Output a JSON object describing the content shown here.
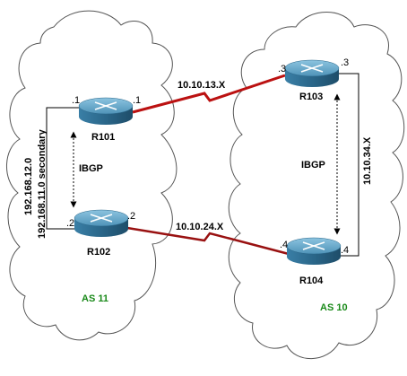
{
  "colors": {
    "cloud_stroke": "#555555",
    "serial_link": "#cc1111",
    "serial_link_dark": "#881111",
    "ethernet_link": "#000000",
    "router_top": "#5da0c4",
    "router_body": "#2e6f95",
    "router_dark": "#1c4a66",
    "as_label": "#1a8a1a"
  },
  "as_left": {
    "label": "AS 11"
  },
  "as_right": {
    "label": "AS 10"
  },
  "routers": {
    "r101": {
      "name": "R101",
      "ip_left": ".1",
      "ip_right": ".1"
    },
    "r102": {
      "name": "R102",
      "ip_left": ".2",
      "ip_right": ".2"
    },
    "r103": {
      "name": "R103",
      "ip_left": ".3",
      "ip_right": ".3"
    },
    "r104": {
      "name": "R104",
      "ip_left": ".4",
      "ip_right": ".4"
    }
  },
  "links": {
    "r101_r103": "10.10.13.X",
    "r102_r104": "10.10.24.X",
    "r103_r104": "10.10.34.X",
    "r101_r102_a": "192.168.12.0",
    "r101_r102_b": "192.168.11.0 secondary"
  },
  "sessions": {
    "left": "IBGP",
    "right": "IBGP"
  }
}
